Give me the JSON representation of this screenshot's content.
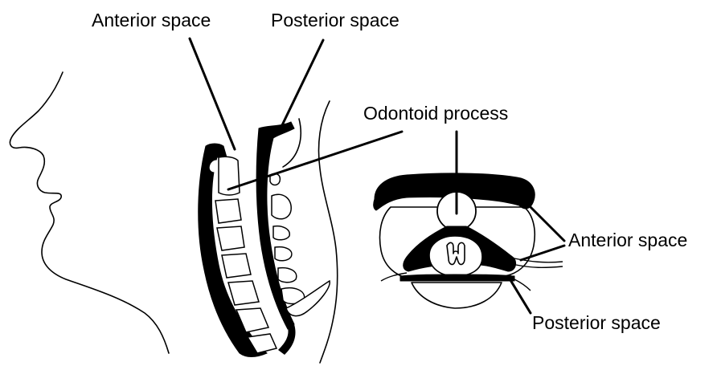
{
  "labels": {
    "anterior_space_top": "Anterior space",
    "posterior_space_top": "Posterior space",
    "odontoid_process": "Odontoid process",
    "anterior_space_right": "Anterior space",
    "posterior_space_right": "Posterior space"
  },
  "colors": {
    "ink": "#000000",
    "paper": "#ffffff"
  }
}
